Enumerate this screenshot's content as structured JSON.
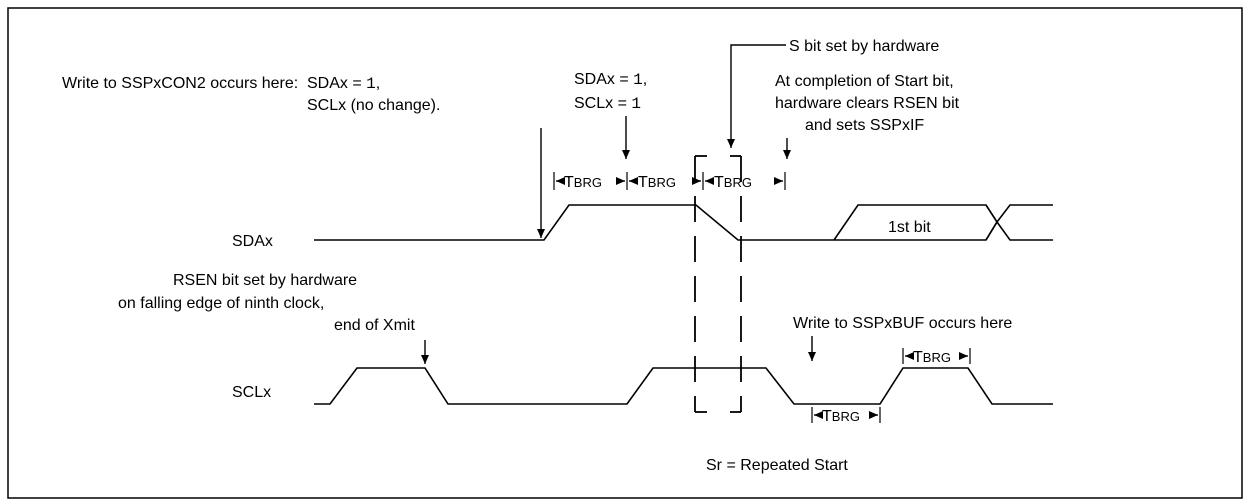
{
  "labels": {
    "write_con2": "Write to SSPxCON2 occurs here:",
    "sda_eq": "SDAx = ",
    "one": "1",
    "comma": ",",
    "scl_no_change": "SCLx (no change).",
    "scl_eq": "SCLx = ",
    "s_bit_set": "S bit set by hardware",
    "completion_1": "At completion of Start bit,",
    "completion_2": "hardware clears RSEN bit",
    "completion_3": "and sets SSPxIF",
    "sda_signal": "SDAx",
    "scl_signal": "SCLx",
    "first_bit": "1st bit",
    "rsen_1": "RSEN bit set by hardware",
    "rsen_2": "on falling edge of ninth clock,",
    "rsen_3": "end of Xmit",
    "write_buf": "Write to SSPxBUF occurs here",
    "t_main": "T",
    "t_sub": "BRG",
    "footer": "Sr = Repeated Start"
  },
  "colors": {
    "line": "#000000",
    "background": "#ffffff"
  }
}
